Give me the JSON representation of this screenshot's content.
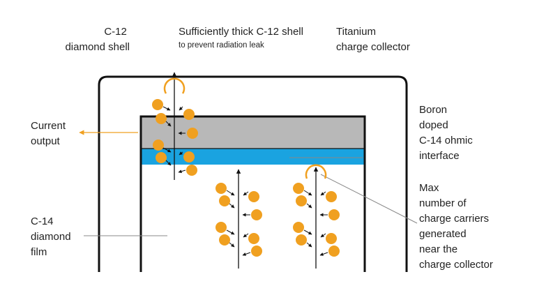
{
  "labels": {
    "c12_shell": [
      "C-12",
      "diamond shell"
    ],
    "thick_shell": "Sufficiently thick C-12 shell",
    "thick_shell_sub": "to prevent radiation leak",
    "titanium": [
      "Titanium",
      "charge collector"
    ],
    "current_output": [
      "Current",
      "output"
    ],
    "boron": [
      "Boron",
      "doped",
      "C-14 ohmic",
      "interface"
    ],
    "max_carriers": [
      "Max",
      "number of",
      "charge carriers",
      "generated",
      "near the",
      "charge collector"
    ],
    "c14_film": [
      "C-14",
      "diamond",
      "film"
    ]
  },
  "colors": {
    "titanium_layer": "#b8b8b8",
    "boron_layer": "#1aa3e0",
    "carrier": "#f0a020",
    "outline": "#111111",
    "leader": "#888888",
    "output_arrow": "#f0a020"
  }
}
